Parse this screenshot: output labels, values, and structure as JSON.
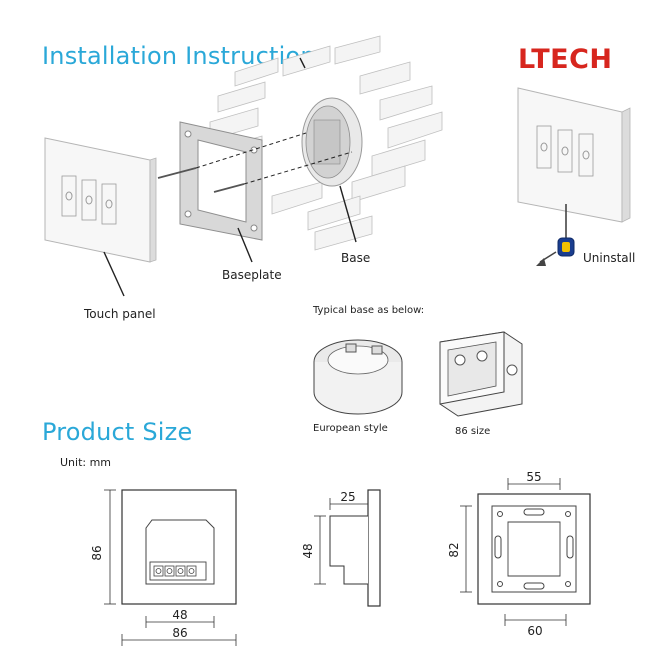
{
  "header": {
    "install_title": "Installation Instruction",
    "brand_logo": "LTECH",
    "brand_color": "#d7261e",
    "title_color": "#2aa8d8"
  },
  "installation": {
    "touch_panel_label": "Touch panel",
    "baseplate_label": "Baseplate",
    "base_label": "Base",
    "uninstall_label": "Uninstall",
    "typical_base_caption": "Typical base as below:",
    "european_style_label": "European style",
    "size86_label": "86 size"
  },
  "product_size": {
    "title": "Product Size",
    "unit": "Unit: mm",
    "front_view": {
      "height": "86",
      "inner_width": "48",
      "width": "86"
    },
    "side_view": {
      "depth": "25",
      "height": "48"
    },
    "back_view": {
      "top_width": "55",
      "height": "82",
      "bottom_width": "60"
    }
  }
}
